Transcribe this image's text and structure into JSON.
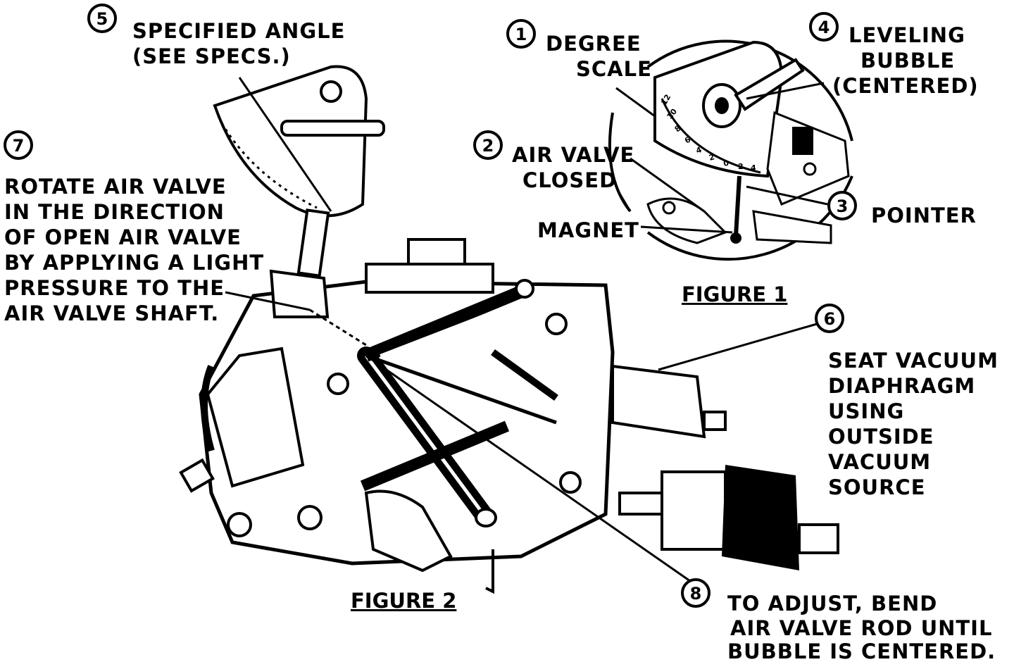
{
  "callouts": [
    {
      "num": "1",
      "lines": [
        "DEGREE",
        "SCALE"
      ]
    },
    {
      "num": "2",
      "lines": [
        "AIR VALVE",
        "CLOSED"
      ]
    },
    {
      "num": "3",
      "lines": [
        "POINTER"
      ]
    },
    {
      "num": "4",
      "lines": [
        "LEVELING",
        "BUBBLE",
        "(CENTERED)"
      ]
    },
    {
      "num": "5",
      "lines": [
        "SPECIFIED ANGLE",
        "(SEE SPECS.)"
      ]
    },
    {
      "num": "6",
      "lines": [
        "SEAT VACUUM",
        "DIAPHRAGM",
        "USING",
        "OUTSIDE",
        "VACUUM",
        "SOURCE"
      ]
    },
    {
      "num": "7",
      "lines": [
        "ROTATE AIR VALVE",
        "IN THE DIRECTION",
        "OF OPEN AIR VALVE",
        "BY APPLYING A LIGHT",
        "PRESSURE TO THE",
        "AIR VALVE SHAFT."
      ]
    },
    {
      "num": "8",
      "lines": [
        "TO ADJUST, BEND",
        "AIR VALVE ROD UNTIL",
        "BUBBLE IS CENTERED."
      ]
    }
  ],
  "magnet_label": "MAGNET",
  "figures": {
    "figure1": "FIGURE 1",
    "figure2": "FIGURE 2"
  }
}
